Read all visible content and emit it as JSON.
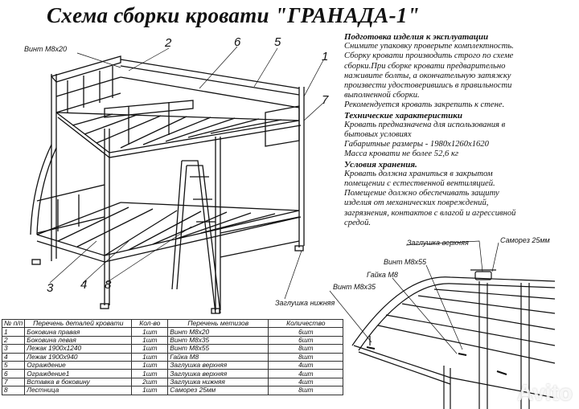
{
  "title": "Схема сборки кровати \"ГРАНАДА-1\"",
  "callouts": {
    "n1": "1",
    "n2": "2",
    "n3": "3",
    "n4": "4",
    "n5": "5",
    "n6": "6",
    "n7": "7",
    "n8": "8",
    "vint_m8x20": "Винт М8х20",
    "zaglushka_nizhnyaya": "Заглушка нижняя",
    "zaglushka_verhnyaya": "Заглушка верхняя",
    "samorez": "Саморез 25мм",
    "vint_m8x55": "Винт М8х55",
    "gayka_m8": "Гайка М8",
    "vint_m8x35": "Винт М8х35"
  },
  "info": {
    "prep_heading": "Подготовка изделия к эксплуатации",
    "prep_lines": [
      "Снимите упаковку проверьте комплектность.",
      "Сборку кровати производить строго по схеме",
      "сборки.При сборке кровати  предварительно",
      "наживите  болты, а окончательную затяжку",
      "произвести удостоверившись в правильности",
      "выполненной сборки.",
      "Рекомендуется кровать закрепить к стене."
    ],
    "tech_heading": "Технические характеристики",
    "tech_lines": [
      "Кровать предназначена для использования в",
      "бытовых условиях",
      "Габаритные размеры - 1980х1260х1620",
      "Масса кровати не более 52,6 кг"
    ],
    "storage_heading": "Условия хранения.",
    "storage_lines": [
      "Кровать должна храниться в закрытом",
      "помещении с естественной вентиляцией.",
      "Помещение должно обеспечивать защиту",
      "изделия от механических повреждений,",
      "загрязнения, контактов с влагой и агрессивной",
      "средой."
    ]
  },
  "table": {
    "headers": [
      "№ п/п",
      "Перечень деталей кровати",
      "Кол-во",
      "Перечень метизов",
      "Количество"
    ],
    "rows": [
      [
        "1",
        "Боковина правая",
        "1шт",
        "Винт М8х20",
        "6шт"
      ],
      [
        "2",
        "Боковина левая",
        "1шт",
        "Винт М8х35",
        "6шт"
      ],
      [
        "3",
        "Лежак 1900х1240",
        "1шт",
        "Винт М8х55",
        "8шт"
      ],
      [
        "4",
        "Лежак 1900х940",
        "1шт",
        "Гайка М8",
        "8шт"
      ],
      [
        "5",
        "Ограждение",
        "1шт",
        "Заглушка верхняя",
        "4шт"
      ],
      [
        "6",
        "Ограждение1",
        "1шт",
        "Заглушка верхняя",
        "4шт"
      ],
      [
        "7",
        "Вставка в боковину",
        "2шт",
        "Заглушка нижняя",
        "4шт"
      ],
      [
        "8",
        "Лестница",
        "1шт",
        "Саморез 25мм",
        "8шт"
      ]
    ]
  },
  "watermark": "Avito"
}
